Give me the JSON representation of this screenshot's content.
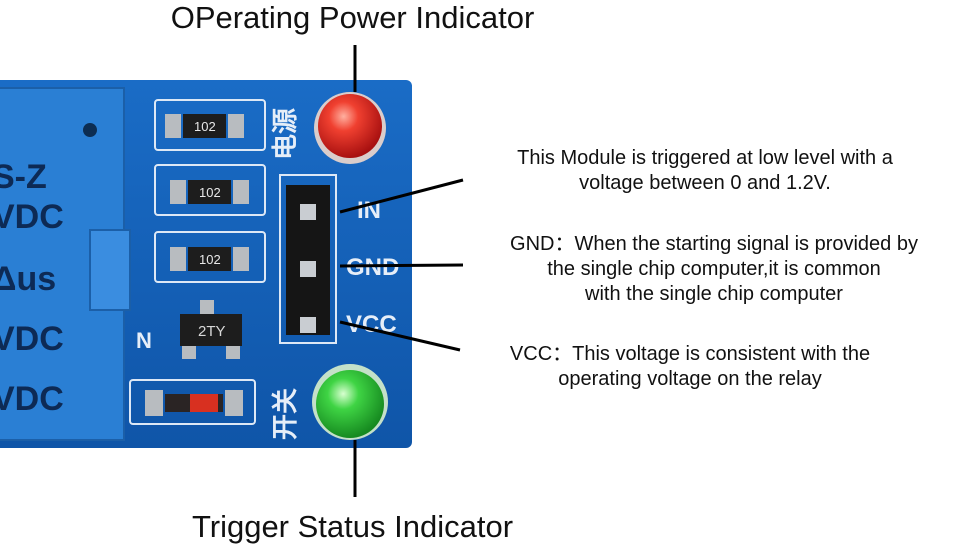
{
  "labels": {
    "power_indicator": "OPerating Power Indicator",
    "trigger_indicator": "Trigger Status Indicator"
  },
  "notes": {
    "trigger": [
      "This Module is triggered at low level with a",
      "voltage between 0 and 1.2V."
    ],
    "gnd": [
      "GND：When the starting signal is provided by",
      "the single chip computer,it is common",
      "with the single chip computer"
    ],
    "vcc": [
      "VCC：This voltage is consistent with the",
      "operating voltage on the relay"
    ]
  },
  "board": {
    "pin_in": "IN",
    "pin_gnd": "GND",
    "pin_vcc": "VCC",
    "power_chars": "电源",
    "switch_chars": "开关",
    "resistor_codes": [
      "102",
      "102",
      "102"
    ],
    "transistor_code": "2TY",
    "n_label": "N",
    "relay_texts": [
      "S-Z",
      "VDC",
      "Δus",
      "VDC",
      "VDC"
    ]
  },
  "colors": {
    "board_blue": "#1560b8",
    "relay_blue": "#2a7fd4",
    "led_red": "#e8281e",
    "led_green": "#2fc43a"
  }
}
